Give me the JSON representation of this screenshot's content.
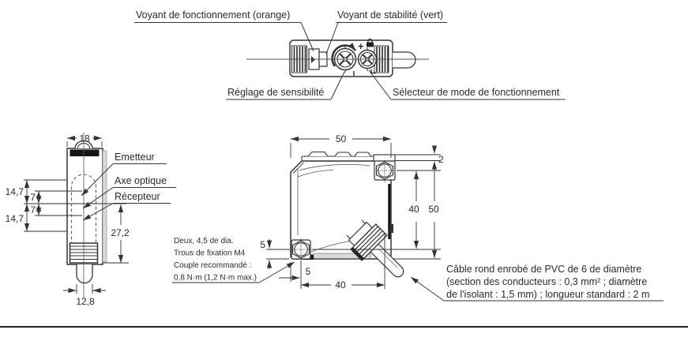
{
  "top_view": {
    "labels": {
      "operation_indicator": "Voyant de fonctionnement (orange)",
      "stability_indicator": "Voyant de stabilité (vert)",
      "sensitivity_adjuster": "Réglage de sensibilité",
      "mode_selector": "Sélecteur de mode de fonctionnement"
    },
    "marks": {
      "plus": "+"
    }
  },
  "side_view": {
    "labels": {
      "emitter": "Emetteur",
      "optical_axis": "Axe optique",
      "receiver": "Récepteur"
    },
    "dims": {
      "width": "18",
      "top_to_axis": "14,7",
      "emitter_to_axis": "7",
      "axis_to_receiver": "7",
      "axis_to_bottom": "14,7",
      "axis_to_base": "27,2",
      "cable_width": "12,8"
    }
  },
  "front_view": {
    "dims": {
      "width": "50",
      "lip": "2",
      "hole_span_vertical": "40",
      "height": "50",
      "hole_offset_vertical": "5",
      "hole_offset_horizontal": "5",
      "hole_span_horizontal": "40"
    },
    "mounting_note": {
      "line1": "Deux, 4,5 de dia.",
      "line2": "Trous de fixation M4",
      "line3": "Couple recommandé :",
      "line4": "0,8 N·m (1,2 N·m max.)"
    },
    "cable_note": {
      "line1": "Câble rond enrobé de PVC de 6 de diamètre",
      "line2": "(section des conducteurs : 0,3 mm² ; diamètre",
      "line3": "de l'isolant : 1,5 mm) ; longueur standard : 2 m"
    }
  },
  "colors": {
    "line": "#333333",
    "text": "#2b2b2b",
    "background": "#ffffff"
  }
}
